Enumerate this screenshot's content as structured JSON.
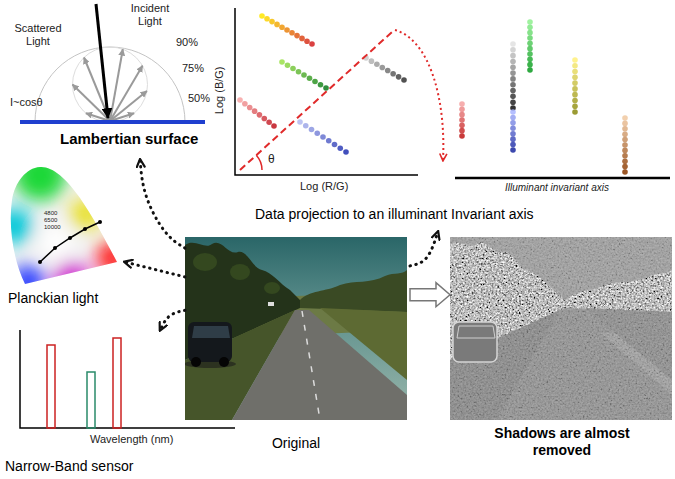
{
  "diagram": {
    "nodes": [
      {
        "text": [
          "Lambertian surface"
        ]
      },
      {
        "text": [
          "Data projection to an illuminant Invariant axis"
        ]
      },
      {
        "text": [
          "Planckian light"
        ]
      },
      {
        "text": [
          "Original"
        ]
      },
      {
        "text": [
          "Shadows are almost removed"
        ]
      },
      {
        "text": [
          "Narrow-Band sensor"
        ]
      }
    ],
    "edges": [
      {
        "from": 3,
        "to": 0,
        "arrow": "to"
      },
      {
        "from": 3,
        "to": 2,
        "arrow": "to"
      },
      {
        "from": 3,
        "to": 5,
        "arrow": "to"
      },
      {
        "from": 3,
        "to": 1,
        "arrow": "to"
      },
      {
        "from": 3,
        "to": 4,
        "arrow": "to"
      }
    ],
    "labels": [
      "Incident Light",
      "Scattered Light",
      "90%",
      "75%",
      "50%",
      "I~cosθ",
      "4800",
      "6500",
      "10000",
      "Wavelength (nm)",
      "Log (B/G)",
      "Log (R/G)",
      "θ",
      "Illuminant invariant axis"
    ]
  }
}
